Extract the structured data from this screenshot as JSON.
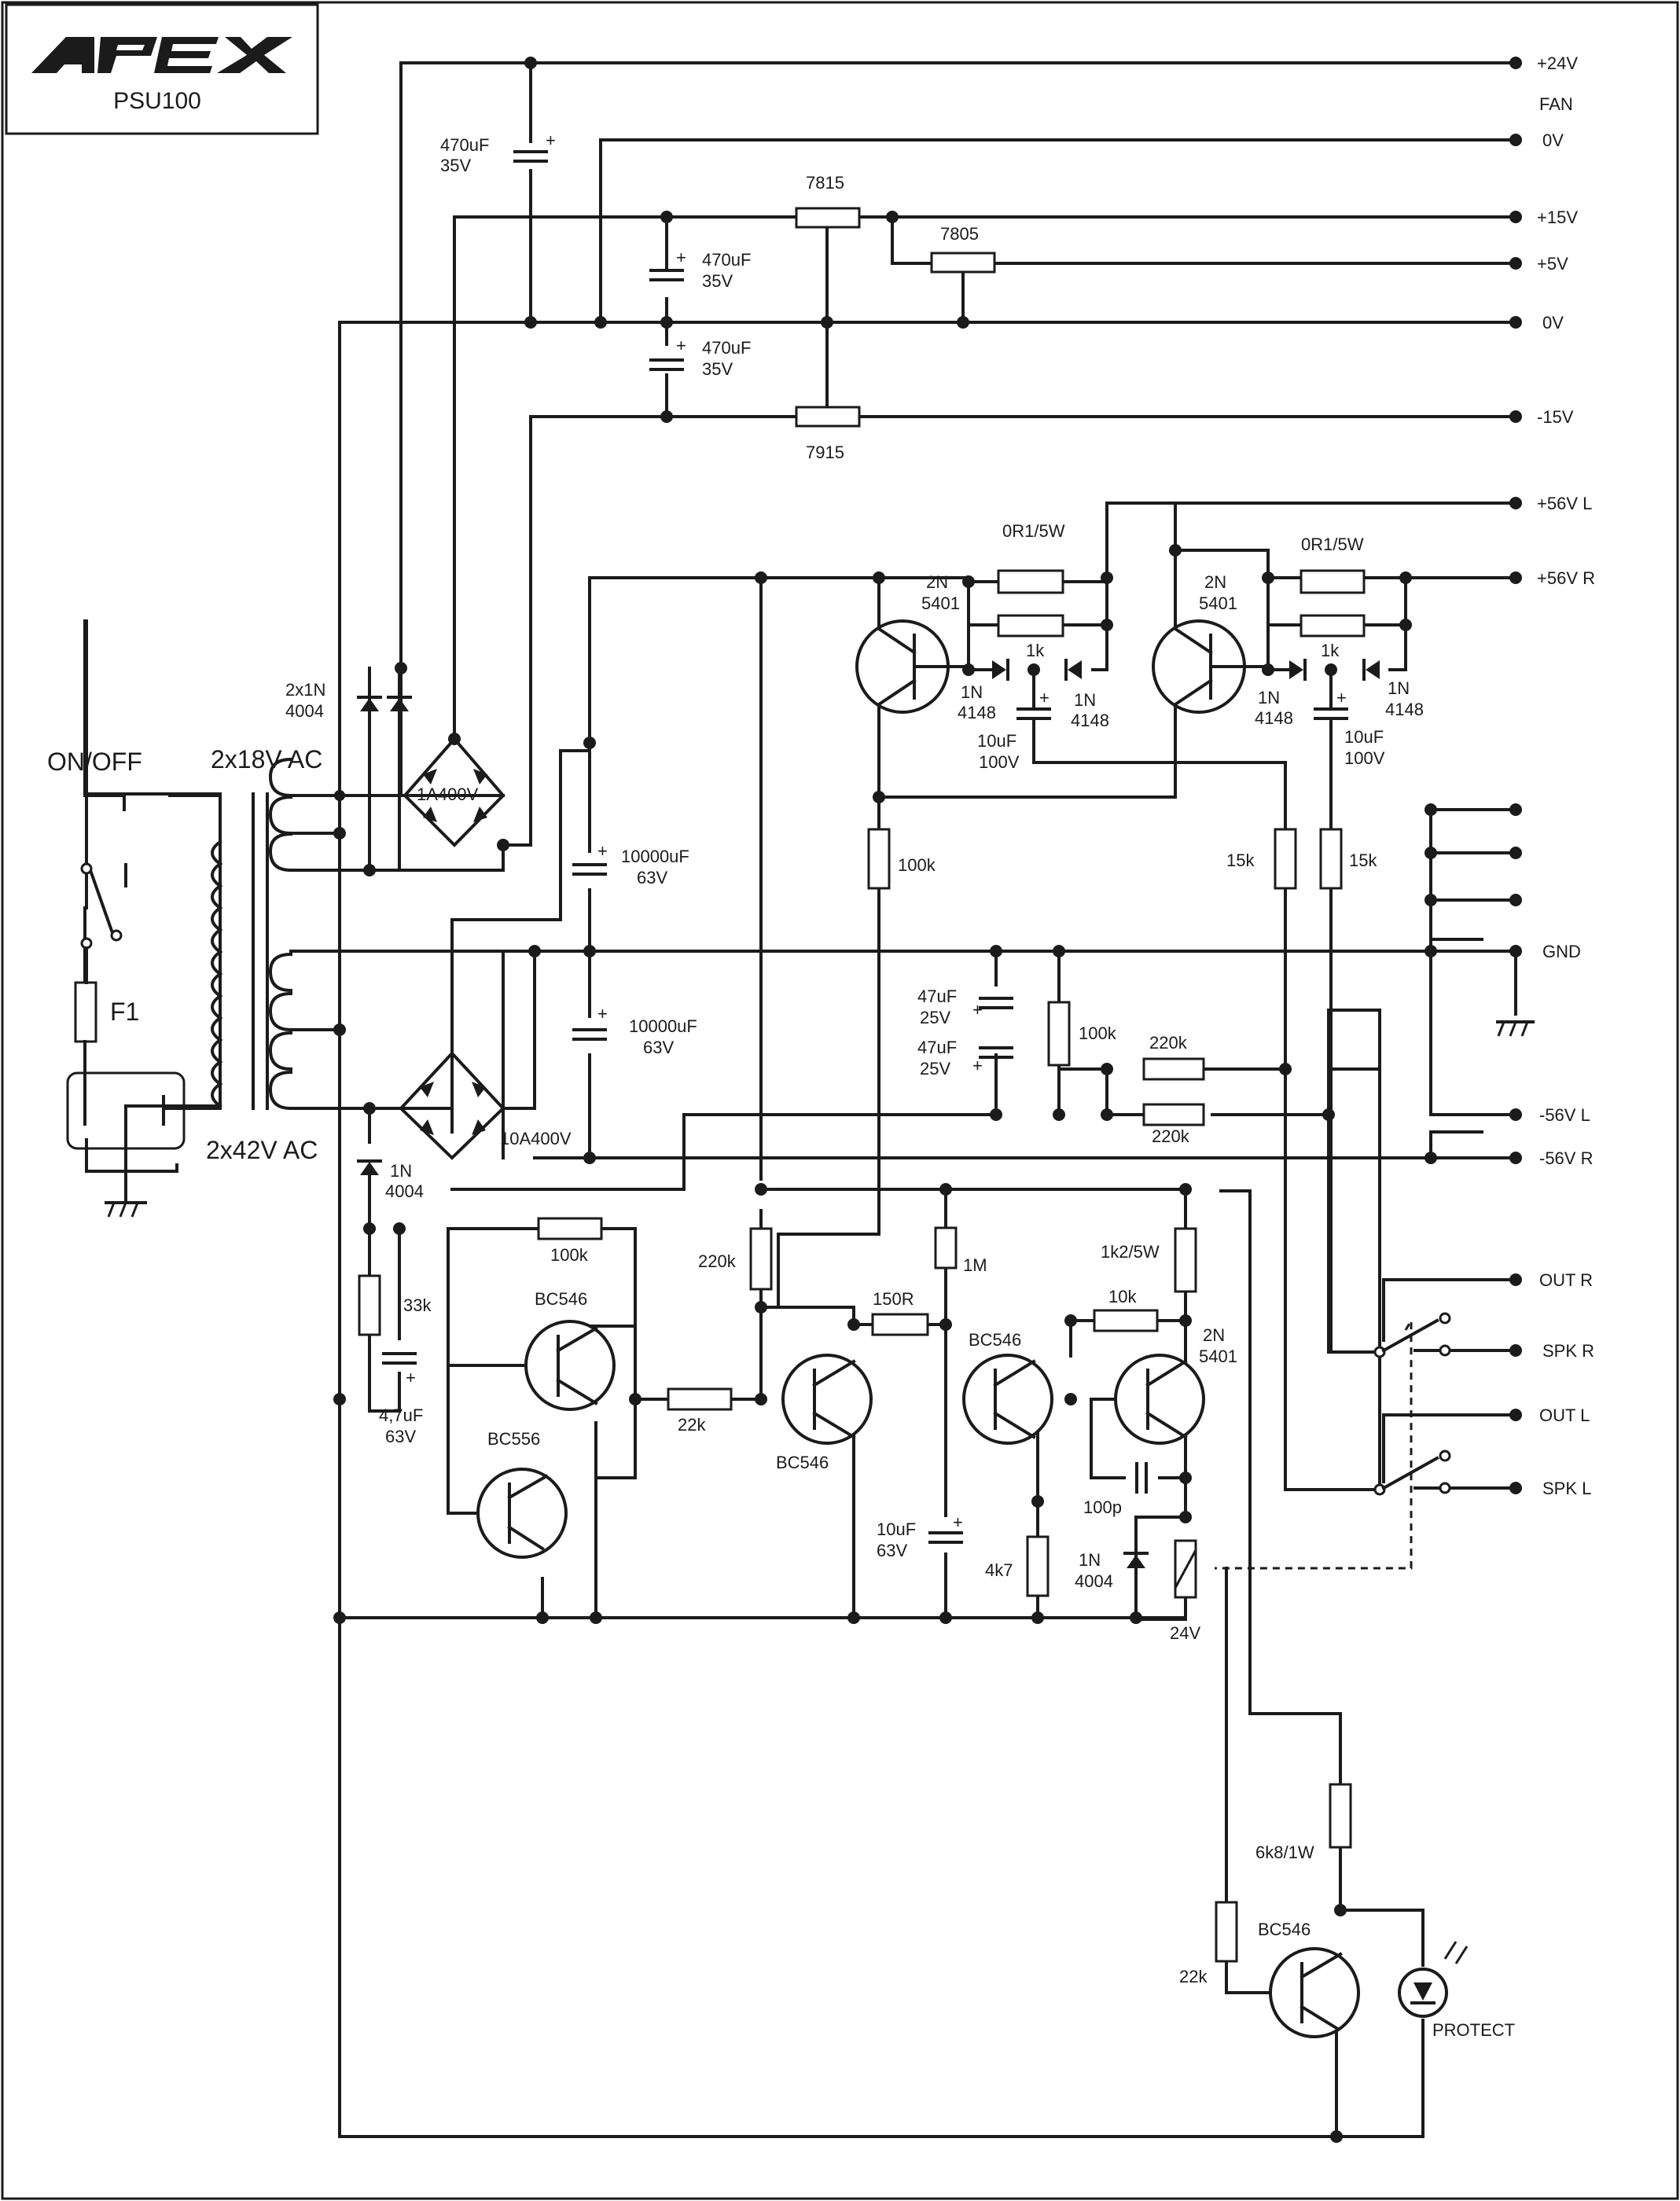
{
  "header": {
    "brand": "APEX",
    "model": "PSU100"
  },
  "rails": {
    "p24": "+24V",
    "fan": "FAN",
    "fan_0v": "0V",
    "p15": "+15V",
    "p5": "+5V",
    "zero": "0V",
    "m15": "-15V",
    "p56l": "+56V L",
    "p56r": "+56V R",
    "gnd": "GND",
    "m56l": "-56V L",
    "m56r": "-56V R",
    "out_r": "OUT R",
    "spk_r": "SPK R",
    "out_l": "OUT L",
    "spk_l": "SPK L"
  },
  "mains": {
    "switch": "ON/OFF",
    "fuse": "F1",
    "sec1": "2x18V AC",
    "sec2": "2x42V AC"
  },
  "components": {
    "c_470_a1": "470uF",
    "c_470_a2": "35V",
    "c_470_b1": "470uF",
    "c_470_b2": "35V",
    "c_470_c1": "470uF",
    "c_470_c2": "35V",
    "reg_7815": "7815",
    "reg_7805": "7805",
    "reg_7915": "7915",
    "d_2x1n_1": "2x1N",
    "d_2x1n_2": "4004",
    "bridge_small": "1A400V",
    "bridge_big": "10A400V",
    "c_10000_a1": "10000uF",
    "c_10000_a2": "63V",
    "c_10000_b1": "10000uF",
    "c_10000_b2": "63V",
    "r_0r1_l": "0R1/5W",
    "r_0r1_r": "0R1/5W",
    "q_l_1": "2N",
    "q_l_2": "5401",
    "q_r_1": "2N",
    "q_r_2": "5401",
    "r_1k_l": "1k",
    "r_1k_r": "1k",
    "d_ll_1": "1N",
    "d_ll_2": "4148",
    "d_lr_1": "1N",
    "d_lr_2": "4148",
    "d_rl_1": "1N",
    "d_rl_2": "4148",
    "d_rr_1": "1N",
    "d_rr_2": "4148",
    "c_10u_l1": "10uF",
    "c_10u_l2": "100V",
    "c_10u_r1": "10uF",
    "c_10u_r2": "100V",
    "r_100k_a": "100k",
    "r_15k_a": "15k",
    "r_15k_b": "15k",
    "c_47_a1": "47uF",
    "c_47_a2": "25V",
    "c_47_b1": "47uF",
    "c_47_b2": "25V",
    "r_100k_b": "100k",
    "r_220k_a": "220k",
    "r_220k_b": "220k",
    "d_1n_a1": "1N",
    "d_1n_a2": "4004",
    "r_100k_c": "100k",
    "r_33k": "33k",
    "c_4u7_1": "4,7uF",
    "c_4u7_2": "63V",
    "q_bc546_a": "BC546",
    "q_bc556": "BC556",
    "r_22k_a": "22k",
    "r_220k_c": "220k",
    "r_150r": "150R",
    "q_bc546_b": "BC546",
    "r_1m": "1M",
    "c_10u_c1": "10uF",
    "c_10u_c2": "63V",
    "r_1k2": "1k2/5W",
    "r_10k": "10k",
    "q_2n_c1": "2N",
    "q_2n_c2": "5401",
    "q_bc546_c": "BC546",
    "c_100p": "100p",
    "r_4k7": "4k7",
    "d_1n_b1": "1N",
    "d_1n_b2": "4004",
    "relay": "24V",
    "r_6k8": "6k8/1W",
    "q_bc546_d": "BC546",
    "r_22k_b": "22k",
    "led": "PROTECT"
  }
}
